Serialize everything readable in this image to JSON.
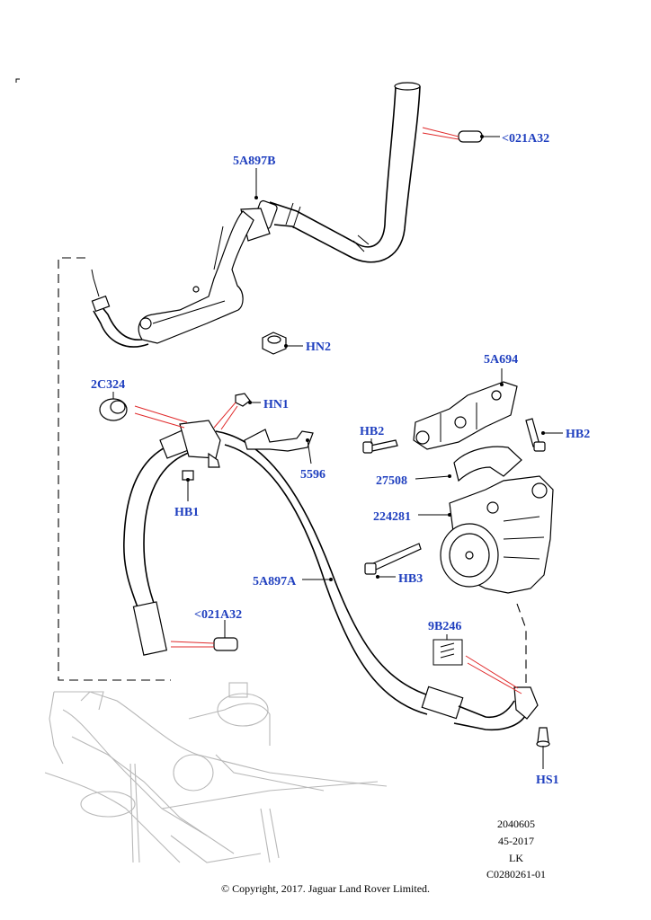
{
  "labels": {
    "c021a32_top": "<021A32",
    "l5a897b": "5A897B",
    "hn2": "HN2",
    "l2c324": "2C324",
    "hn1": "HN1",
    "hb1": "HB1",
    "l5596": "5596",
    "l5a694": "5A694",
    "hb2_left": "HB2",
    "hb2_right": "HB2",
    "l27508": "27508",
    "l224281": "224281",
    "hb3": "HB3",
    "l5a897a": "5A897A",
    "c021a32_bottom": "<021A32",
    "l9b246": "9B246",
    "hs1": "HS1"
  },
  "meta": {
    "line1": "2040605",
    "line2": "45-2017",
    "line3": "LK",
    "line4": "C0280261-01"
  },
  "copyright": "© Copyright, 2017. Jaguar Land Rover Limited."
}
